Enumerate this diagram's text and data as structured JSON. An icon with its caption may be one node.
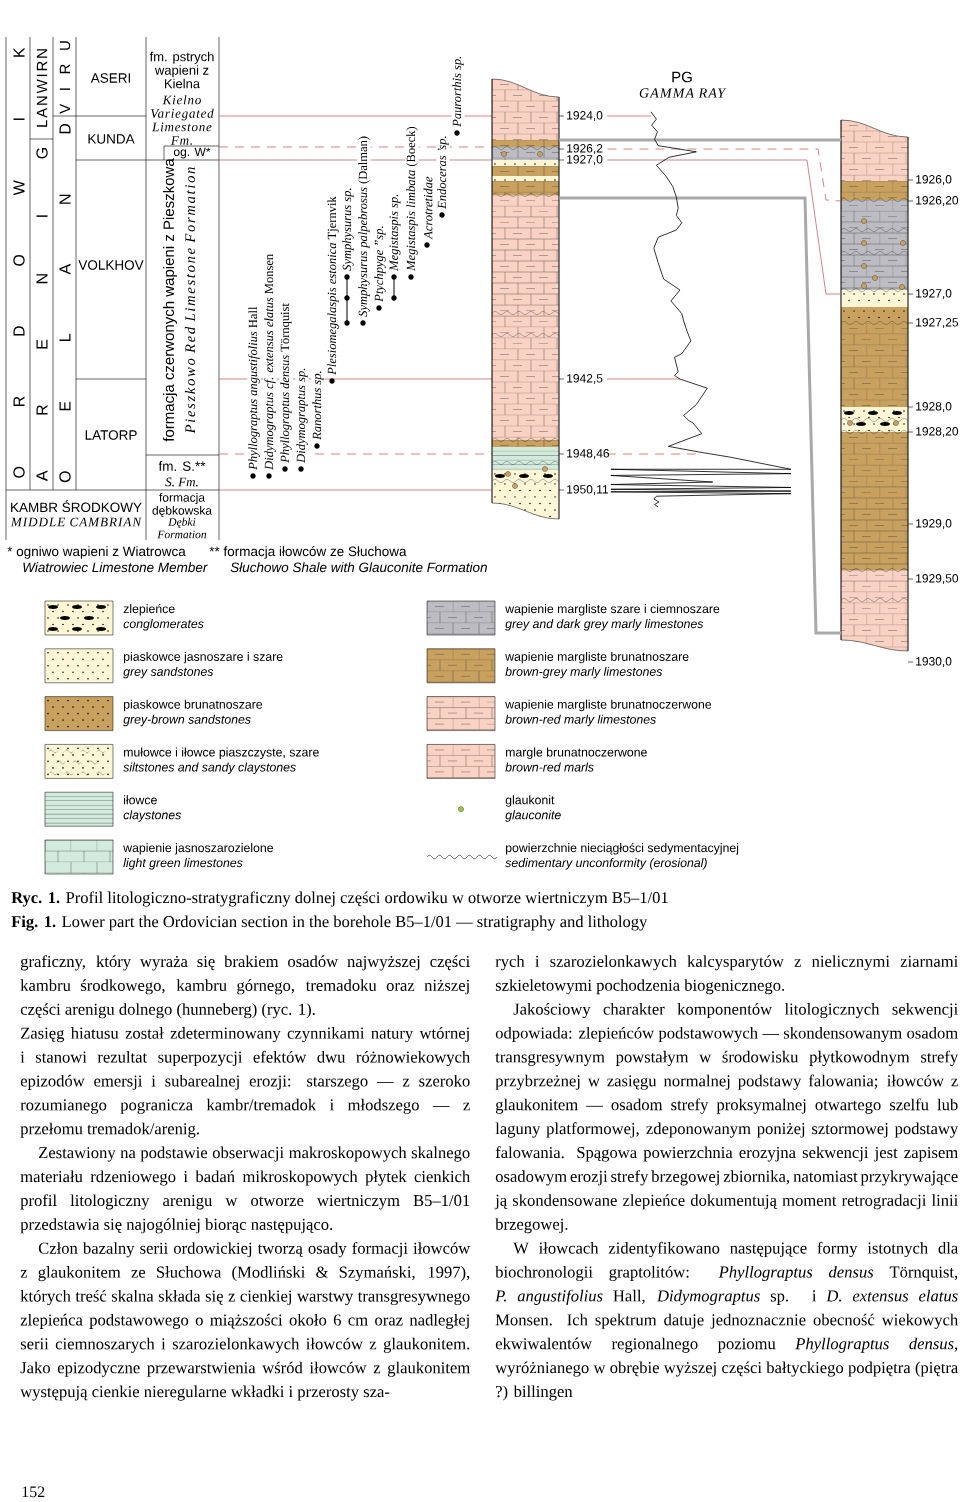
{
  "diagram": {
    "caption": "**Ryc. 1.** Profil litologiczno-stratygraficzny dolnej części ordowiku w otworze wiertniczym B5–1/01",
    "nodes": [
      {
        "text": [],
        "shape": "picture",
        "beside": [
          "1924,0",
          "1926,2",
          "1927,0",
          "1942,5",
          "1948,46",
          "1950,11"
        ]
      },
      {
        "text": [],
        "shape": "picture",
        "beside": [
          "1926,0",
          "1926,20",
          "1927,0",
          "1927,25",
          "1928,0",
          "1928,20",
          "1929,0",
          "1929,50",
          "1930,0"
        ]
      }
    ],
    "edges": [
      {
        "from": 0,
        "to": 1,
        "arrow": "none",
        "style": "thick",
        "color": "#a9a9a9"
      },
      {
        "from": 0,
        "to": 1,
        "arrow": "none",
        "style": "thick",
        "color": "#a9a9a9"
      },
      {
        "from": 0,
        "to": 1,
        "arrow": "none",
        "style": "dashed",
        "color": "#c0504d"
      },
      {
        "from": 0,
        "to": 1,
        "arrow": "none",
        "color": "#c0504d"
      }
    ],
    "labels": [
      "O R D O W I K",
      "LANWIRN",
      "A R E N I G",
      "V I R U",
      "O E L A N D",
      "ASERI",
      "KUNDA",
      "VOLKHOV",
      "LATORP",
      "fm. pstrych wapieni z Kielna",
      "Kielno Variegated Limestone Fm.",
      "og. W*",
      "formacja czerwonych wapieni z Pieszkowa",
      "Pieszkowo Red Limestone Formation",
      "fm. S.**",
      "S. Fm.",
      "KAMBR ŚRODKOWY",
      "MIDDLE CAMBRIAN",
      "formacja dębkowska",
      "Dębki Formation",
      "*Phyllograptus angustifolius* Hall",
      "*Didymograptus cf. extensus elatus* Monsen",
      "*Phyllograptus densus* Törnquist",
      "Didymograptus sp.",
      "Ranorthus sp.",
      "*Plesiomegalaspis estonica* Tjernvik",
      "Symphysurus sp.",
      "*Symphysurus palpebrosus* (Dalman)",
      "Ptychpyge ”sp.",
      "Megistaspis sp.",
      "*Megistaspis limbata* (Boeck)",
      "Acrotretidae",
      "Endoceras ’sp.",
      "Paurorthis sp.",
      "* ogniwo wapieni z Wiatrowca",
      "Wiatrowiec Limestone Member",
      "** formacja iłowców ze Słuchowa",
      "Słuchowo Shale with Glauconite Formation",
      "PG",
      "GAMMA RAY",
      "**Fig. 1.** Lower part the Ordovician section in the borehole B5–1/01 — stratigraphy and lithology",
      "graficzny, który wyraża się brakiem osadów najwyższej części kambru środkowego, kambru górnego, tremadoku oraz niższej części arenigu dolnego (hunneberg) (ryc. 1).",
      "Zasięg hiatusu został zdeterminowany czynnikami natury wtórnej i stanowi rezultat superpozycji efektów dwu różnowiekowych epizodów emersji i subarealnej erozji: starszego — z szeroko rozumianego pogranicza kambr/tremadok i młodszego — z przełomu tremadok/arenig.",
      "Zestawiony na podstawie obserwacji makroskopowych skalnego materiału rdzeniowego i badań mikroskopowych płytek cienkich profil litologiczny arenigu w otworze wiertniczym B5–1/01 przedstawia się najogólniej biorąc następująco.",
      "Człon bazalny serii ordowickiej tworzą osady formacji iłowców z glaukonitem ze Słuchowa (Modliński & Szymański, 1997), których treść skalna składa się z cienkiej warstwy transgresywnego zlepieńca podstawowego o miąższości około 6 cm oraz nadległej serii ciemnoszarych i szarozielonkawych iłowców z glaukonitem. Jako epizodyczne przewarstwienia wśród iłowców z glaukonitem występują cienkie nieregularne wkładki i przerosty sza-",
      "rych i szarozielonkawych kalcysparytów z nielicznymi ziarnami szkieletowymi pochodzenia biogenicznego.",
      "Jakościowy charakter komponentów litologicznych sekwencji odpowiada: zlepieńców podstawowych — skondensowanym osadom transgresywnym powstałym w środowisku płytkowodnym strefy przybrzeżnej w zasięgu normalnej podstawy falowania; iłowców z glaukonitem — osadom strefy proksymalnej otwartego szelfu lub laguny platformowej, zdeponowanym poniżej sztormowej podstawy falowania. Spągowa powierzchnia erozyjna sekwencji jest zapisem osadowym erozji strefy brzegowej zbiornika, natomiast przykrywające ją skondensowane zlepieńce dokumentują moment retrogradacji linii brzegowej.",
      "W iłowcach zidentyfikowano następujące formy istotnych dla biochronologii graptolitów: *Phyllograptus densus* Törnquist, *P. angustifolius* Hall, *Didymograptus* sp. i *D. extensus elatus* Monsen. Ich spektrum datuje jednoznacznie obecność wiekowych ekwiwalentów regionalnego poziomu *Phyllograptus densus*, wyróżnianego w obrębie wyższej części bałtyckiego podpiętra (piętra ?) billingen",
      "152"
    ],
    "legend": [
      {
        "text": "zlepieńce"
      },
      {
        "text": "conglomerates"
      },
      {
        "text": "piaskowce jasnoszare i szare"
      },
      {
        "text": "grey sandstones"
      },
      {
        "text": "piaskowce brunatnoszare"
      },
      {
        "text": "grey-brown sandstones"
      },
      {
        "text": "mułowce i iłowce piaszczyste, szare"
      },
      {
        "text": "siltstones and sandy claystones"
      },
      {
        "text": "iłowce"
      },
      {
        "text": "claystones"
      },
      {
        "text": "wapienie jasnoszarozielone"
      },
      {
        "text": "light green limestones"
      },
      {
        "text": "wapienie margliste szare i ciemnoszare"
      },
      {
        "text": "grey and dark grey marly limestones"
      },
      {
        "text": "wapienie margliste brunatnoszare"
      },
      {
        "text": "brown-grey marly limestones"
      },
      {
        "text": "wapienie margliste brunatnoczerwone"
      },
      {
        "text": "brown-red marly limestones"
      },
      {
        "text": "margle brunatnoczerwone"
      },
      {
        "text": "brown-red marls"
      },
      {
        "text": "glaukonit"
      },
      {
        "text": "glauconite"
      },
      {
        "text": "powierzchnie nieciągłości sedymentacyjnej"
      },
      {
        "text": "sedimentary unconformity (erosional)"
      }
    ]
  }
}
